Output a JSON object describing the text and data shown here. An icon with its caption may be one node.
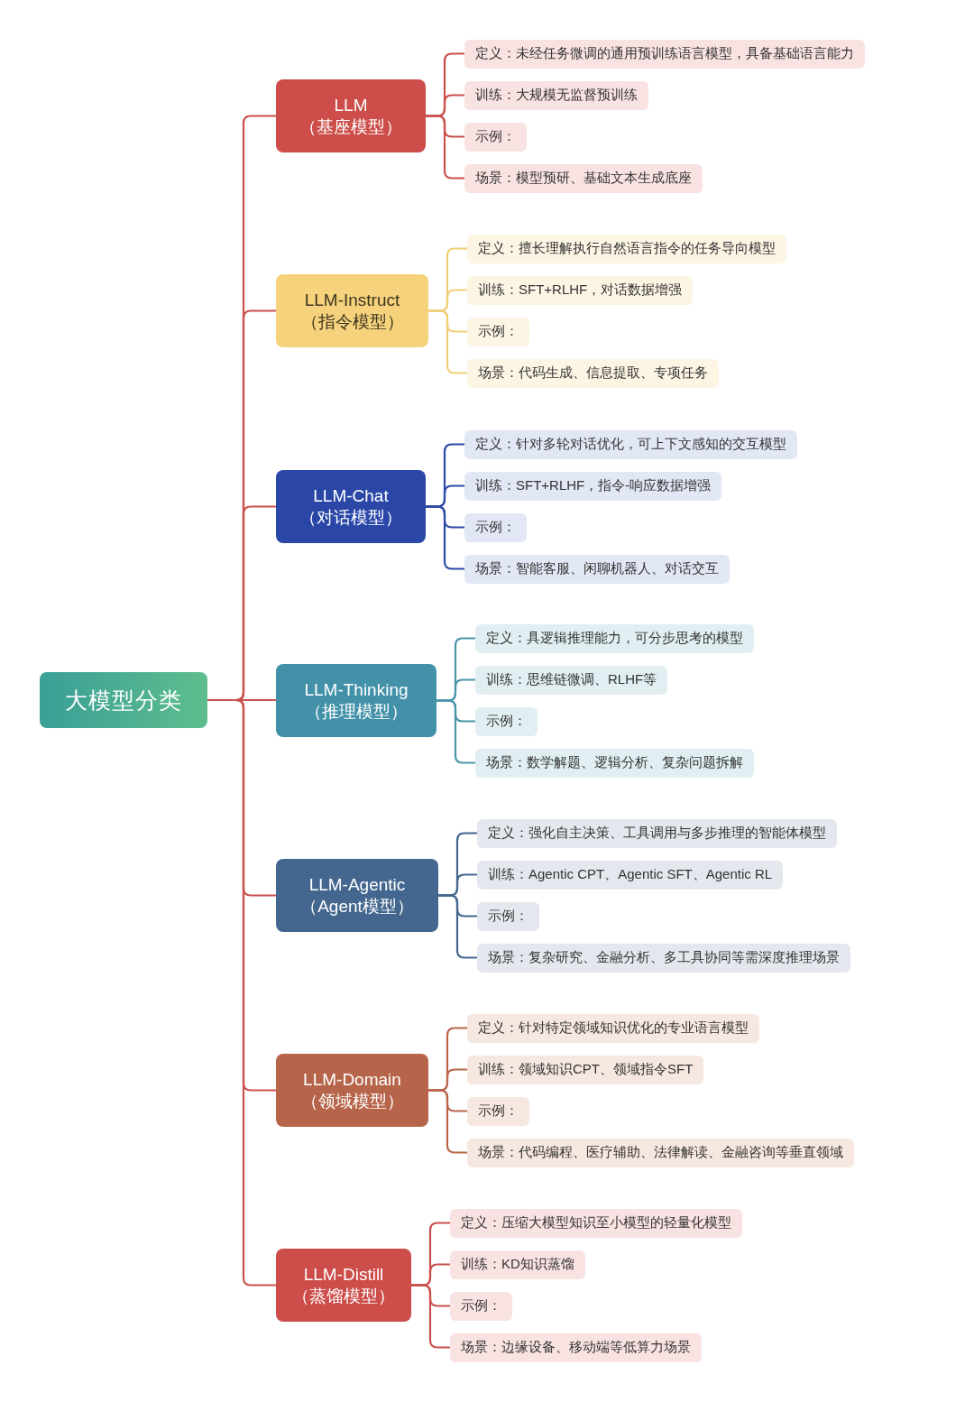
{
  "diagram": {
    "nodes": [
      {
        "text": [
          "大模型分类"
        ]
      },
      {
        "text": [
          "LLM",
          "（基座模型）"
        ]
      },
      {
        "text": [
          "定义：未经任务微调的通用预训练语言模型，具备基础语言能力"
        ]
      },
      {
        "text": [
          "训练：大规模无监督预训练"
        ]
      },
      {
        "text": [
          "示例："
        ]
      },
      {
        "text": [
          "场景：模型预研、基础文本生成底座"
        ]
      },
      {
        "text": [
          "LLM-Instruct",
          "（指令模型）"
        ]
      },
      {
        "text": [
          "定义：擅长理解执行自然语言指令的任务导向模型"
        ]
      },
      {
        "text": [
          "训练：SFT+RLHF，对话数据增强"
        ]
      },
      {
        "text": [
          "示例："
        ]
      },
      {
        "text": [
          "场景：代码生成、信息提取、专项任务"
        ]
      },
      {
        "text": [
          "LLM-Chat",
          "（对话模型）"
        ]
      },
      {
        "text": [
          "定义：针对多轮对话优化，可上下文感知的交互模型"
        ]
      },
      {
        "text": [
          "训练：SFT+RLHF，指令-响应数据增强"
        ]
      },
      {
        "text": [
          "示例："
        ]
      },
      {
        "text": [
          "场景：智能客服、闲聊机器人、对话交互"
        ]
      },
      {
        "text": [
          "LLM-Thinking",
          "（推理模型）"
        ]
      },
      {
        "text": [
          "定义：具逻辑推理能力，可分步思考的模型"
        ]
      },
      {
        "text": [
          "训练：思维链微调、RLHF等"
        ]
      },
      {
        "text": [
          "示例："
        ]
      },
      {
        "text": [
          "场景：数学解题、逻辑分析、复杂问题拆解"
        ]
      },
      {
        "text": [
          "LLM-Agentic",
          "（Agent模型）"
        ]
      },
      {
        "text": [
          "定义：强化自主决策、工具调用与多步推理的智能体模型"
        ]
      },
      {
        "text": [
          "训练：Agentic CPT、Agentic SFT、Agentic RL"
        ]
      },
      {
        "text": [
          "示例："
        ]
      },
      {
        "text": [
          "场景：复杂研究、金融分析、多工具协同等需深度推理场景"
        ]
      },
      {
        "text": [
          "LLM-Domain",
          "（领域模型）"
        ]
      },
      {
        "text": [
          "定义：针对特定领域知识优化的专业语言模型"
        ]
      },
      {
        "text": [
          "训练：领域知识CPT、领域指令SFT"
        ]
      },
      {
        "text": [
          "示例："
        ]
      },
      {
        "text": [
          "场景：代码编程、医疗辅助、法律解读、金融咨询等垂直领域"
        ]
      },
      {
        "text": [
          "LLM-Distill",
          "（蒸馏模型）"
        ]
      },
      {
        "text": [
          "定义：压缩大模型知识至小模型的轻量化模型"
        ]
      },
      {
        "text": [
          "训练：KD知识蒸馏"
        ]
      },
      {
        "text": [
          "示例："
        ]
      },
      {
        "text": [
          "场景：边缘设备、移动端等低算力场景"
        ]
      }
    ],
    "edges": [
      {
        "from": 0,
        "to": 1,
        "arrow": "none"
      },
      {
        "from": 0,
        "to": 6,
        "arrow": "none"
      },
      {
        "from": 0,
        "to": 11,
        "arrow": "none"
      },
      {
        "from": 0,
        "to": 16,
        "arrow": "none"
      },
      {
        "from": 0,
        "to": 21,
        "arrow": "none"
      },
      {
        "from": 0,
        "to": 26,
        "arrow": "none"
      },
      {
        "from": 0,
        "to": 31,
        "arrow": "none"
      },
      {
        "from": 1,
        "to": 2,
        "arrow": "none"
      },
      {
        "from": 1,
        "to": 3,
        "arrow": "none"
      },
      {
        "from": 1,
        "to": 4,
        "arrow": "none"
      },
      {
        "from": 1,
        "to": 5,
        "arrow": "none"
      },
      {
        "from": 6,
        "to": 7,
        "arrow": "none",
        "color": "#f0cf77"
      },
      {
        "from": 6,
        "to": 8,
        "arrow": "none",
        "color": "#f0cf77"
      },
      {
        "from": 6,
        "to": 9,
        "arrow": "none",
        "color": "#f0cf77"
      },
      {
        "from": 6,
        "to": 10,
        "arrow": "none",
        "color": "#f0cf77"
      },
      {
        "from": 11,
        "to": 12,
        "arrow": "none",
        "color": "#2b49a6"
      },
      {
        "from": 11,
        "to": 13,
        "arrow": "none",
        "color": "#2b49a6"
      },
      {
        "from": 11,
        "to": 14,
        "arrow": "none",
        "color": "#2b49a6"
      },
      {
        "from": 11,
        "to": 15,
        "arrow": "none",
        "color": "#2b49a6"
      },
      {
        "from": 16,
        "to": 17,
        "arrow": "none",
        "color": "#4a94ab"
      },
      {
        "from": 16,
        "to": 18,
        "arrow": "none",
        "color": "#4a94ab"
      },
      {
        "from": 16,
        "to": 19,
        "arrow": "none",
        "color": "#4a94ab"
      },
      {
        "from": 16,
        "to": 20,
        "arrow": "none",
        "color": "#4a94ab"
      },
      {
        "from": 21,
        "to": 22,
        "arrow": "none",
        "color": "#45678f"
      },
      {
        "from": 21,
        "to": 23,
        "arrow": "none",
        "color": "#45678f"
      },
      {
        "from": 21,
        "to": 24,
        "arrow": "none",
        "color": "#45678f"
      },
      {
        "from": 21,
        "to": 25,
        "arrow": "none",
        "color": "#45678f"
      },
      {
        "from": 26,
        "to": 27,
        "arrow": "none",
        "color": "#b8674b"
      },
      {
        "from": 26,
        "to": 28,
        "arrow": "none",
        "color": "#b8674b"
      },
      {
        "from": 26,
        "to": 29,
        "arrow": "none",
        "color": "#b8674b"
      },
      {
        "from": 26,
        "to": 30,
        "arrow": "none",
        "color": "#b8674b"
      },
      {
        "from": 31,
        "to": 32,
        "arrow": "none"
      },
      {
        "from": 31,
        "to": 33,
        "arrow": "none"
      },
      {
        "from": 31,
        "to": 34,
        "arrow": "none"
      },
      {
        "from": 31,
        "to": 35,
        "arrow": "none"
      }
    ]
  }
}
